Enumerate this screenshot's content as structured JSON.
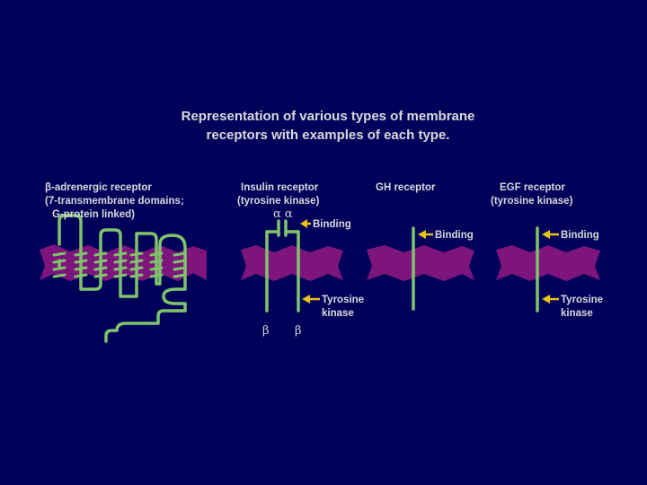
{
  "title_line1": "Representation of various types of membrane",
  "title_line2": "receptors with examples of each type.",
  "colors": {
    "background": "#00005a",
    "membrane": "#7d157d",
    "receptor": "#7fc46a",
    "arrow": "#e8c21a",
    "text": "#d9d9d9"
  },
  "beta_adrenergic": {
    "line1": "β-adrenergic receptor",
    "line2": "(7-transmembrane domains;",
    "line3": "G-protein linked)"
  },
  "insulin": {
    "line1": "Insulin receptor",
    "line2": "(tyrosine kinase)",
    "alpha": "α α",
    "binding": "Binding",
    "tyrosine": "Tyrosine",
    "kinase": "kinase",
    "beta1": "β",
    "beta2": "β"
  },
  "gh": {
    "line1": "GH receptor",
    "binding": "Binding"
  },
  "egf": {
    "line1": "EGF receptor",
    "line2": "(tyrosine kinase)",
    "binding": "Binding",
    "tyrosine": "Tyrosine",
    "kinase": "kinase"
  }
}
